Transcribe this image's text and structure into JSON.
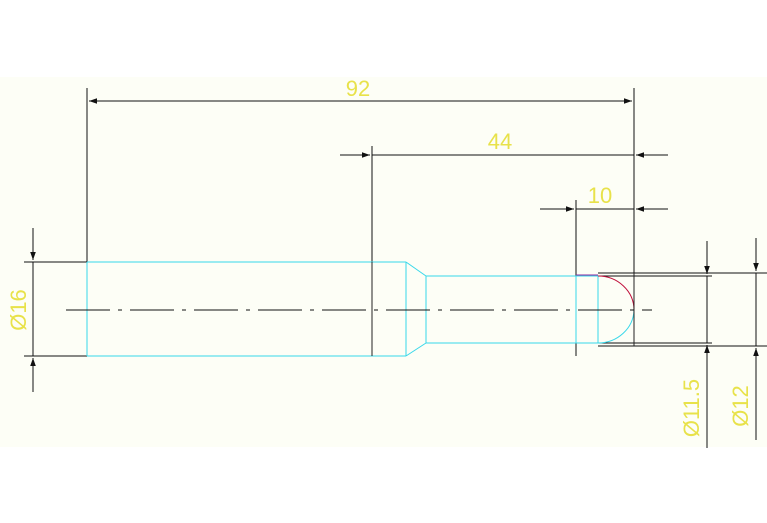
{
  "drawing": {
    "background_color": "#fdfef6",
    "line_color": "#1a1a1a",
    "part_color": "#38d8ea",
    "dim_text_color": "#e8e24a",
    "arc_color": "#c0103c",
    "dimensions": {
      "overall_length": "92",
      "mid_length": "44",
      "tip_length": "10",
      "dia_main": "Ø16",
      "dia_pin": "Ø11.5",
      "dia_tip": "Ø12"
    }
  }
}
